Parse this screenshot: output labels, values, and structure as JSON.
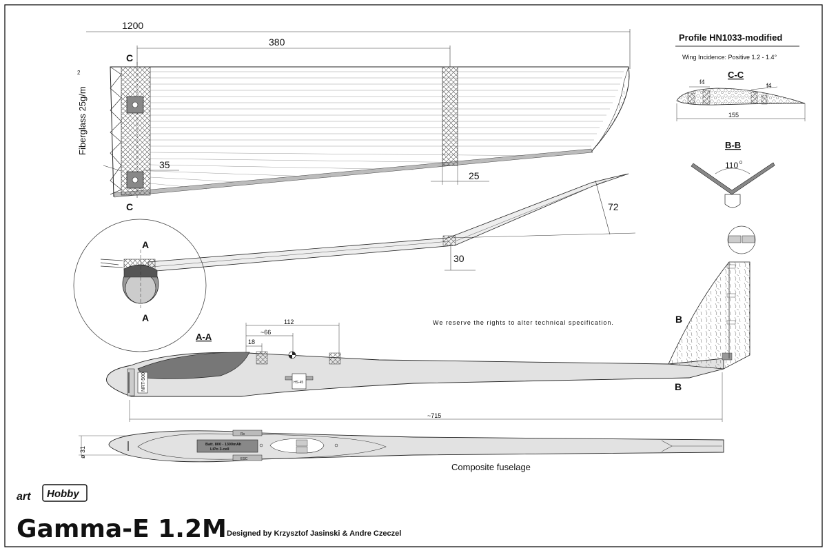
{
  "drawing": {
    "title": "Gamma-E 1.2M",
    "designer": "Designed by Krzysztof Jasinski & Andre Czeczel",
    "brand_art": "art",
    "brand_hobby": "Hobby",
    "rights": "We reserve the rights to alter technical specification.",
    "fuselage_caption": "Composite fuselage"
  },
  "wing": {
    "span": "1200",
    "dim_380": "380",
    "dim_35": "35",
    "dim_25": "25",
    "dim_72": "72",
    "dim_30": "30",
    "section_c_top": "C",
    "section_c_bottom": "C",
    "fiberglass_label": "Fiberglass 25g/m",
    "fiberglass_sup": "2",
    "section_a_top": "A",
    "section_a_bottom": "A"
  },
  "profile": {
    "title": "Profile HN1033-modified",
    "incidence": "Wing Incidence:  Positive 1.2 - 1.4°",
    "section_cc": "C-C",
    "f4_left": "f4",
    "f4_right": "f4",
    "chord": "155",
    "section_bb": "B-B",
    "angle": "110",
    "angle_sup": "0"
  },
  "fuselage": {
    "section_aa": "A-A",
    "dim_112": "112",
    "dim_66": "~66",
    "dim_18": "18",
    "length": "~715",
    "diameter": "ø 31",
    "motor_label": "NRT-500",
    "servo_label": "HS-45",
    "battery_line1": "Batt. 800 - 1300mAh",
    "battery_line2": "LiPo 3-cell",
    "rx_label": "Rx",
    "esc_label": "ESC",
    "b_top": "B",
    "b_bottom": "B"
  }
}
